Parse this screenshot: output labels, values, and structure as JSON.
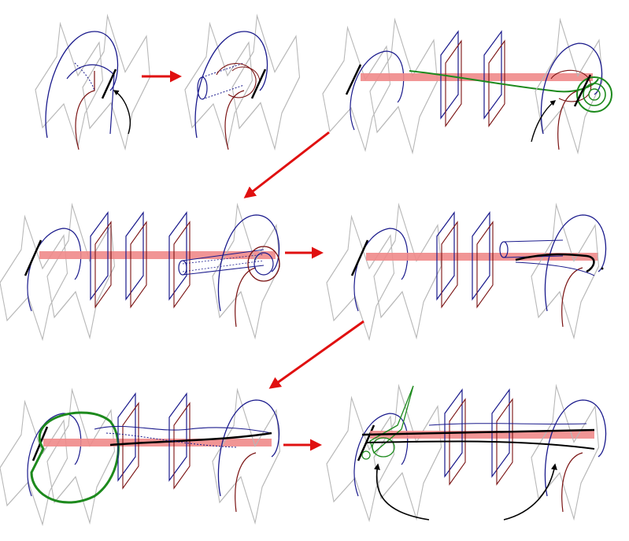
{
  "colors": {
    "background": "#ffffff",
    "gray_sheet": "#b8b8b8",
    "blue_curve": "#1a1a8c",
    "dark_red_curve": "#7a1212",
    "green_curve": "#1d8a1d",
    "pink_band": "#f08a8a",
    "step_arrow": "#e01010",
    "black_stroke": "#000000"
  },
  "panels": [
    {
      "id": "top-left-1",
      "step": 1
    },
    {
      "id": "top-left-2",
      "step": 2
    },
    {
      "id": "top-right",
      "step": 3
    },
    {
      "id": "middle-left",
      "step": 4
    },
    {
      "id": "middle-right",
      "step": 5
    },
    {
      "id": "bottom-left",
      "step": 6
    },
    {
      "id": "bottom-right",
      "step": 7
    }
  ],
  "transitions": [
    {
      "from": "top-left-1",
      "to": "top-left-2",
      "direction": "right"
    },
    {
      "from": "top-right",
      "to": "middle-left",
      "direction": "down-left"
    },
    {
      "from": "middle-left",
      "to": "middle-right",
      "direction": "right"
    },
    {
      "from": "middle-right",
      "to": "bottom-left",
      "direction": "down-left"
    },
    {
      "from": "bottom-left",
      "to": "bottom-right",
      "direction": "right"
    }
  ]
}
